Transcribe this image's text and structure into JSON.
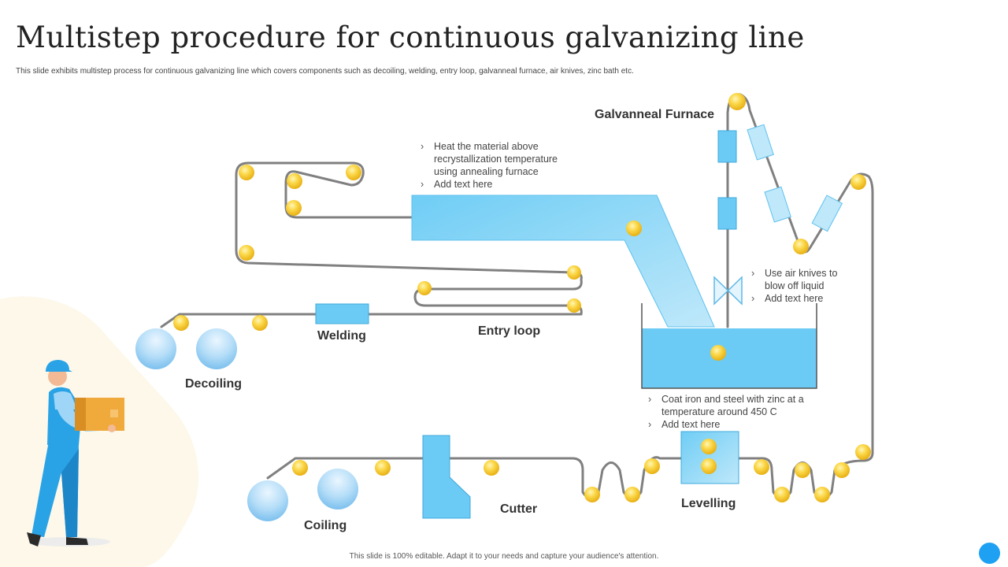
{
  "title": "Multistep procedure for continuous galvanizing line",
  "subtitle": "This slide exhibits multistep process for continuous galvanizing line which covers components such as decoiling, welding, entry loop, galvanneal furnace, air knives, zinc bath etc.",
  "labels": {
    "galvanneal_furnace": "Galvanneal Furnace",
    "welding": "Welding",
    "entry_loop": "Entry loop",
    "decoiling": "Decoiling",
    "coiling": "Coiling",
    "cutter": "Cutter",
    "levelling": "Levelling"
  },
  "notes": {
    "furnace": [
      "Heat the material above recrystallization temperature using annealing furnace",
      "Add text here"
    ],
    "air_knives": [
      "Use air knives to blow off liquid",
      "Add text here"
    ],
    "zinc_bath": [
      "Coat iron and steel with zinc at a temperature around 450 C",
      "Add text here"
    ]
  },
  "footer": "This slide is 100% editable. Adapt it to your needs and capture your audience's attention.",
  "colors": {
    "line": "#808080",
    "roller": "#f5c518",
    "equipment": "#6ccbf4",
    "coil": "#9fd6f7",
    "worker_blue": "#2aa3e6",
    "box": "#f0a93b",
    "background_blob": "#fdf8ea",
    "accent": "#1ea1f2"
  }
}
